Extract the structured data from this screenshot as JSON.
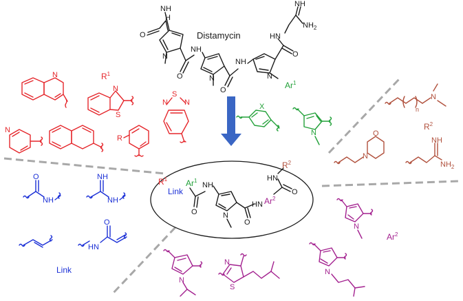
{
  "title": "Distamycin",
  "labels": {
    "r1": "R",
    "r1_sup": "1",
    "r2": "R",
    "r2_sup": "2",
    "ar1": "Ar",
    "ar1_sup": "1",
    "ar2": "Ar",
    "ar2_sup": "2",
    "link": "Link"
  },
  "atoms": {
    "O": "O",
    "N": "N",
    "NH": "NH",
    "HN": "HN",
    "H": "H",
    "NH2": "NH",
    "two": "2",
    "S": "S",
    "X": "X",
    "R": "R",
    "n": "n",
    "HNsub": "HN"
  },
  "colors": {
    "black": "#1a1a1a",
    "red": "#e5262b",
    "green": "#21a038",
    "blue": "#1a2fd6",
    "purple": "#a3218f",
    "brown": "#b0503c",
    "arrow": "#3a66c4",
    "divider": "#a8a8a8"
  }
}
